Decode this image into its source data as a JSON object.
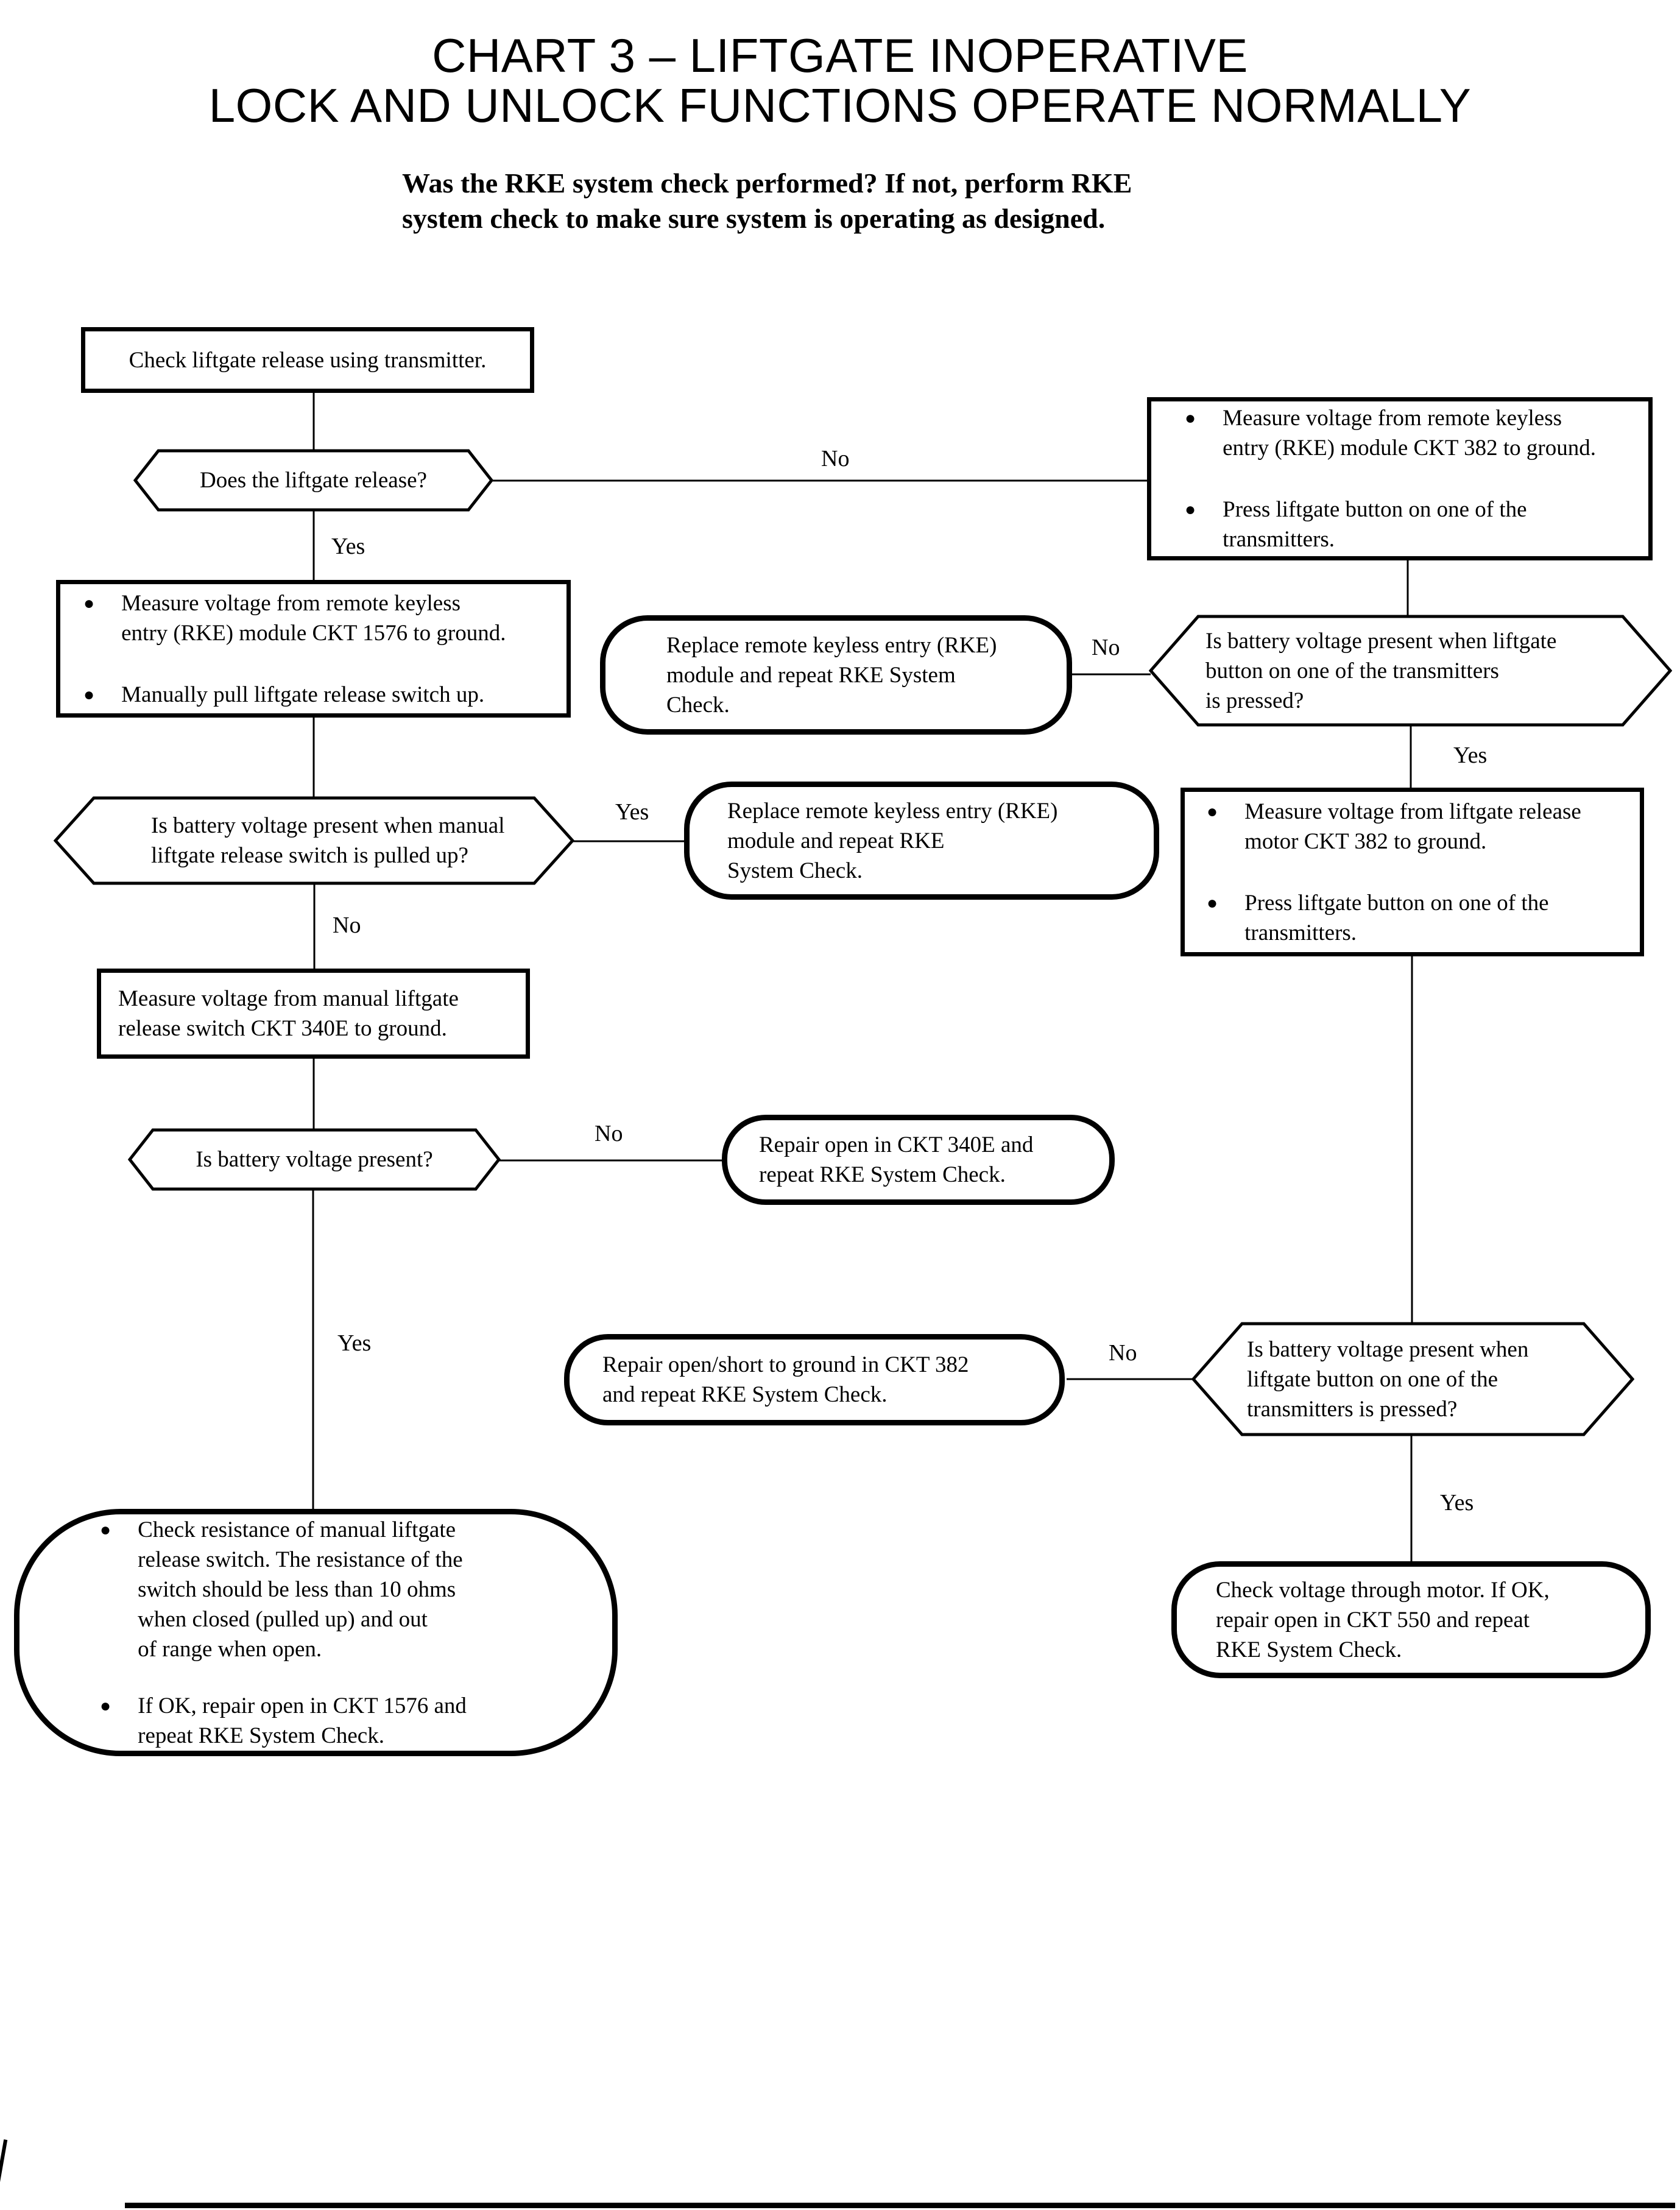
{
  "title": {
    "line1": "CHART 3 – LIFTGATE INOPERATIVE",
    "line2": "LOCK AND UNLOCK FUNCTIONS OPERATE NORMALLY"
  },
  "intro": "Was the RKE system check performed?  If not, perform RKE\nsystem check to make sure system is operating as designed.",
  "nodes": {
    "check_release": {
      "text": "Check liftgate release using transmitter."
    },
    "q_liftgate_release": {
      "text": "Does the liftgate release?"
    },
    "rke_ckt382": {
      "bullets": [
        "Measure voltage from remote keyless\nentry (RKE) module CKT 382 to ground.",
        "Press liftgate button on one of the\ntransmitters."
      ]
    },
    "rke_ckt1576": {
      "bullets": [
        "Measure voltage from remote keyless\nentry (RKE) module CKT 1576 to ground.",
        "Manually pull liftgate release switch up."
      ]
    },
    "replace_rke_1": {
      "text": "Replace remote keyless entry (RKE)\nmodule and repeat RKE System\nCheck."
    },
    "q_battery_transmitter_1": {
      "text": "Is battery voltage present when liftgate\nbutton on one of the transmitters\nis pressed?"
    },
    "q_battery_manual": {
      "text": "Is battery voltage present when manual\nliftgate release switch is pulled up?"
    },
    "replace_rke_2": {
      "text": "Replace remote keyless entry (RKE)\nmodule and repeat RKE\nSystem Check."
    },
    "motor_ckt382": {
      "bullets": [
        "Measure voltage from liftgate release\nmotor CKT 382 to ground.",
        "Press liftgate button on one of the\ntransmitters."
      ]
    },
    "measure_340e": {
      "text": "Measure voltage from manual liftgate\nrelease switch CKT 340E to ground."
    },
    "q_battery_present": {
      "text": "Is battery voltage present?"
    },
    "repair_340e": {
      "text": "Repair open in CKT 340E and\nrepeat RKE System Check."
    },
    "repair_382": {
      "text": "Repair open/short to ground in CKT 382\nand repeat RKE System Check."
    },
    "q_battery_transmitter_2": {
      "text": "Is battery voltage present when\nliftgate button on one of the\ntransmitters is pressed?"
    },
    "check_resistance": {
      "bullets": [
        "Check resistance of manual liftgate\nrelease switch.  The resistance of the\nswitch should be less than 10 ohms\nwhen closed (pulled up) and out\nof range when open.",
        "If OK, repair open in CKT 1576 and\nrepeat RKE System Check."
      ]
    },
    "check_motor_550": {
      "text": "Check voltage through motor. If OK,\nrepair open in CKT 550 and repeat\nRKE System Check."
    }
  },
  "edge_labels": {
    "no1": "No",
    "yes1": "Yes",
    "no2": "No",
    "yes2": "Yes",
    "yes3": "Yes",
    "no3": "No",
    "no4": "No",
    "yes4": "Yes",
    "no5": "No",
    "yes5": "Yes"
  },
  "colors": {
    "ink": "#000000",
    "paper": "#ffffff"
  }
}
